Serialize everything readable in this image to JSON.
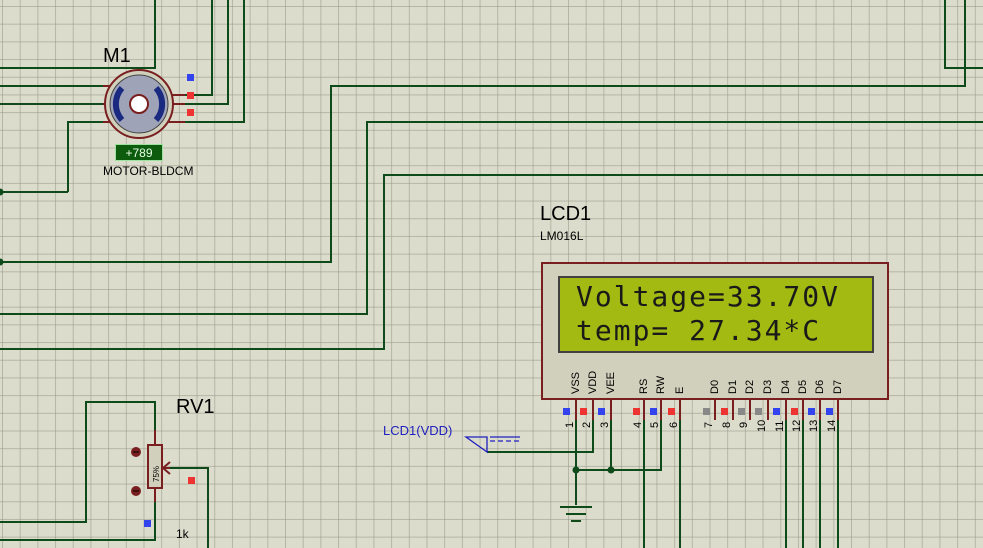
{
  "motor": {
    "ref": "M1",
    "type": "MOTOR-BLDCM",
    "readout": "+789"
  },
  "lcd": {
    "ref": "LCD1",
    "model": "LM016L",
    "line1": "Voltage=33.70V",
    "line2": "temp= 27.34*C",
    "pins": [
      {
        "name": "VSS",
        "num": "1"
      },
      {
        "name": "VDD",
        "num": "2"
      },
      {
        "name": "VEE",
        "num": "3"
      },
      {
        "name": "RS",
        "num": "4"
      },
      {
        "name": "RW",
        "num": "5"
      },
      {
        "name": "E",
        "num": "6"
      },
      {
        "name": "D0",
        "num": "7"
      },
      {
        "name": "D1",
        "num": "8"
      },
      {
        "name": "D2",
        "num": "9"
      },
      {
        "name": "D3",
        "num": "10"
      },
      {
        "name": "D4",
        "num": "11"
      },
      {
        "name": "D5",
        "num": "12"
      },
      {
        "name": "D6",
        "num": "13"
      },
      {
        "name": "D7",
        "num": "14"
      }
    ]
  },
  "pot": {
    "ref": "RV1",
    "value": "1k",
    "position": "75%"
  },
  "power_terminal": {
    "label": "LCD1(VDD)"
  },
  "colors": {
    "wire": "#0f4a1a",
    "component_outline": "#7a1f1f",
    "lcd_screen": "#a2ba12",
    "grid": "#dcdccc"
  }
}
